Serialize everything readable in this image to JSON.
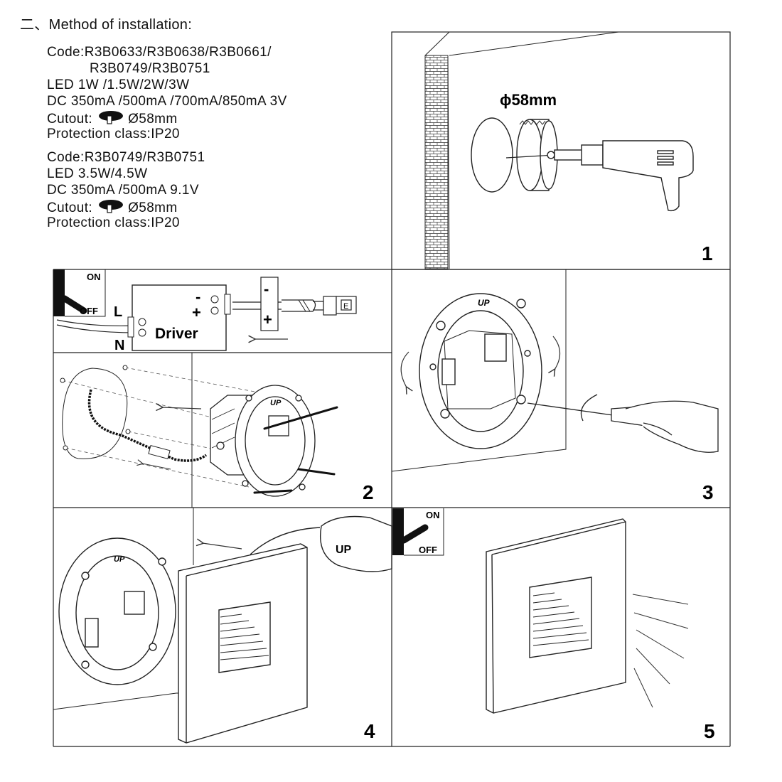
{
  "heading": {
    "prefix": "二、",
    "title": "Method of installation:"
  },
  "specs": {
    "block1": {
      "code_line1": "Code:R3B0633/R3B0638/R3B0661/",
      "code_line2": "R3B0749/R3B0751",
      "led": "LED 1W /1.5W/2W/3W",
      "dc": "DC  350mA /500mA /700mA/850mA  3V",
      "cutout_label": "Cutout:",
      "cutout_value": "Ø58mm",
      "protection": "Protection class:IP20"
    },
    "block2": {
      "code_line1": "Code:R3B0749/R3B0751",
      "led": "LED 3.5W/4.5W",
      "dc": "DC  350mA /500mA  9.1V",
      "cutout_label": "Cutout:",
      "cutout_value": "Ø58mm",
      "protection": "Protection class:IP20"
    }
  },
  "steps": {
    "step1": {
      "number": "1",
      "label": "ϕ58mm"
    },
    "step2": {
      "number": "2",
      "switch_on": "ON",
      "switch_off": "OFF",
      "live": "L",
      "neutral": "N",
      "driver": "Driver",
      "minus": "-",
      "plus": "+",
      "earth": "E",
      "up": "UP"
    },
    "step3": {
      "number": "3",
      "up": "UP"
    },
    "step4": {
      "number": "4",
      "up": "UP"
    },
    "step5": {
      "number": "5",
      "switch_on": "ON",
      "switch_off": "OFF"
    }
  }
}
